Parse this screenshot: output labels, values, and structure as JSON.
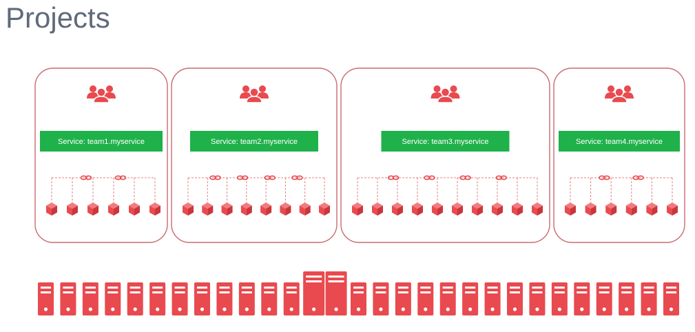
{
  "page": {
    "title": "Projects"
  },
  "colors": {
    "accent": "#e84a4f",
    "service_green": "#1fb14a",
    "project_border": "#c96a6e",
    "link_line": "#e58080",
    "title_text": "#5f6a7a"
  },
  "icons": {
    "team": "team-icon",
    "container": "container-cube-icon",
    "link": "link-icon",
    "server": "server-icon"
  },
  "projects": [
    {
      "service_label": "Service: team1.myservice",
      "container_count": 6,
      "link_count": 2
    },
    {
      "service_label": "Service: team2.myservice",
      "container_count": 8,
      "link_count": 4
    },
    {
      "service_label": "Service: team3.myservice",
      "container_count": 10,
      "link_count": 4
    },
    {
      "service_label": "Service: team4.myservice",
      "container_count": 6,
      "link_count": 2
    }
  ],
  "servers": {
    "count": 29,
    "large_positions": [
      12,
      13
    ]
  }
}
